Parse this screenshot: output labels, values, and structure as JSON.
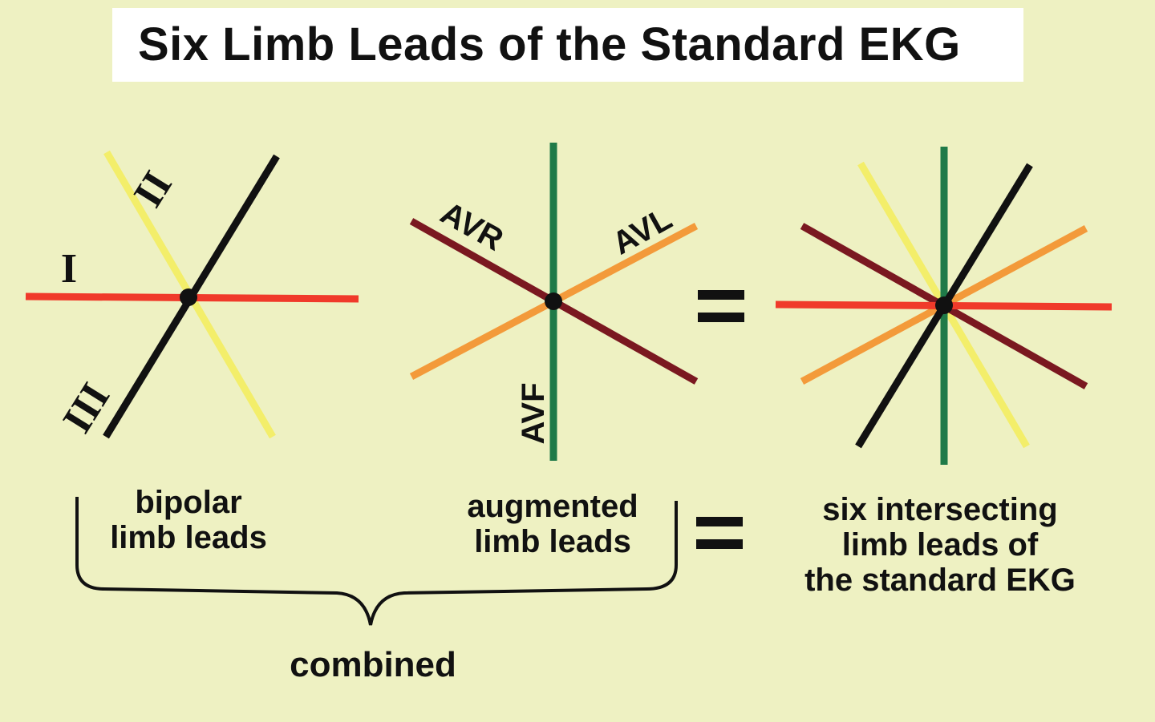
{
  "title": "Six Limb Leads of the Standard EKG",
  "leads": {
    "I": "I",
    "II": "II",
    "III": "III",
    "aVR": "AVR",
    "aVL": "AVL",
    "aVF": "AVF"
  },
  "colors": {
    "background": "#eef1c2",
    "lead_I": "#f03a2a",
    "lead_II": "#111111",
    "lead_III": "#f3ee6a",
    "lead_aVR": "#7a1820",
    "lead_aVL": "#f39a3a",
    "lead_aVF": "#1f7a48"
  },
  "captions": {
    "bipolar": [
      "bipolar",
      "limb leads"
    ],
    "augmented": [
      "augmented",
      "limb leads"
    ],
    "result": [
      "six intersecting",
      "limb leads of",
      "the standard EKG"
    ],
    "combined": "combined"
  }
}
